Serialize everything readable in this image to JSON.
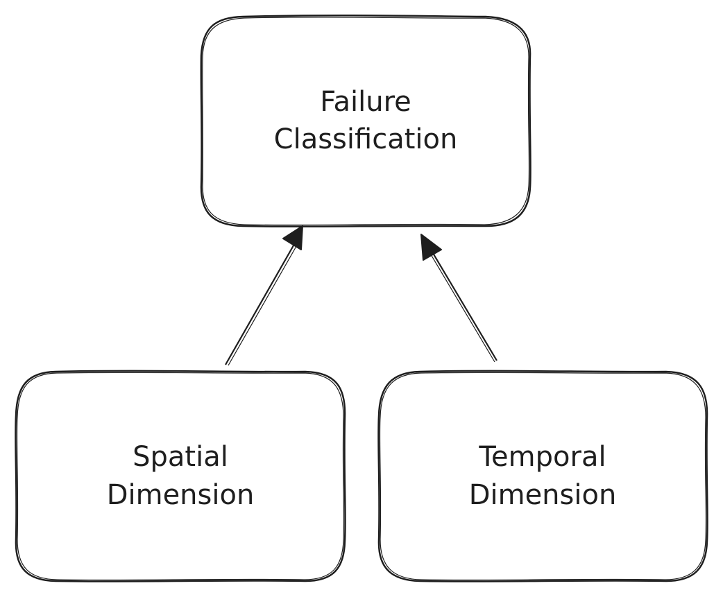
{
  "diagram": {
    "nodes": [
      {
        "id": "failure",
        "lines": [
          "Failure",
          "Classification"
        ]
      },
      {
        "id": "spatial",
        "lines": [
          "Spatial",
          "Dimension"
        ]
      },
      {
        "id": "temporal",
        "lines": [
          "Temporal",
          "Dimension"
        ]
      }
    ],
    "edges": [
      {
        "from": "spatial",
        "to": "failure"
      },
      {
        "from": "temporal",
        "to": "failure"
      }
    ],
    "stroke_color": "#1e1e1e",
    "background": "#ffffff"
  }
}
